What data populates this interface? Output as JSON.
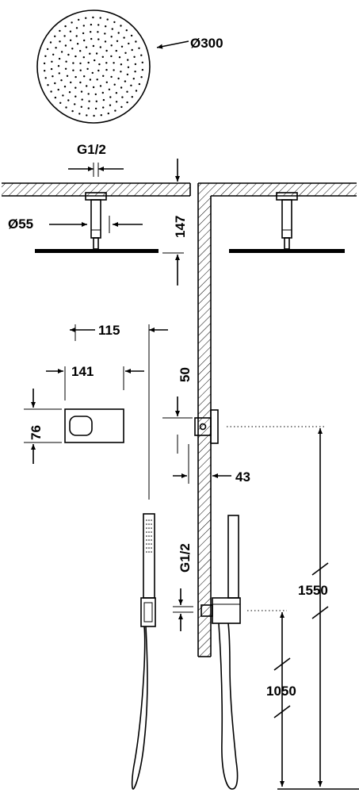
{
  "colors": {
    "ink": "#000000",
    "background": "#ffffff"
  },
  "labels": {
    "shower_head_diameter": "Ø300",
    "arm_thread": "G1/2",
    "arm_diameter": "Ø55",
    "arm_length": "147",
    "handshower_width": "115",
    "valve_width": "141",
    "valve_height": "76",
    "valve_offset": "50",
    "wall_depth": "43",
    "outlet_thread": "G1/2",
    "valve_height_from_floor": "1550",
    "outlet_height_from_floor": "1050"
  }
}
